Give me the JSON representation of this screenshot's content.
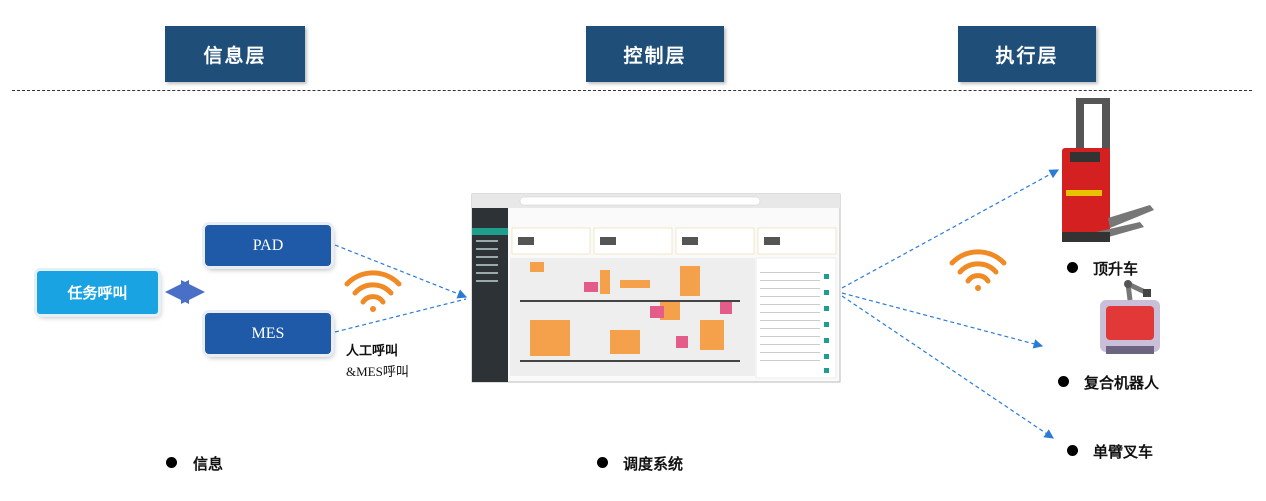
{
  "layers": {
    "info": "信息层",
    "control": "控制层",
    "exec": "执行层"
  },
  "left": {
    "task_call": "任务呼叫",
    "pad": "PAD",
    "mes": "MES",
    "manual_line1": "人工呼叫",
    "manual_line2": "&MES呼叫",
    "caption": "信息"
  },
  "center": {
    "caption": "调度系统"
  },
  "right": {
    "vehicle1": "顶升车",
    "vehicle2": "复合机器人",
    "vehicle3": "单臂叉车"
  },
  "colors": {
    "layer_bg": "#1f4e79",
    "button_bg": "#1e5aa8",
    "task_bg": "#1aa3e3",
    "wifi": "#f08a24",
    "arrow": "#2b7bd6"
  },
  "icons": [
    "wifi-icon",
    "double-arrow-icon",
    "forklift-image",
    "robot-image"
  ]
}
